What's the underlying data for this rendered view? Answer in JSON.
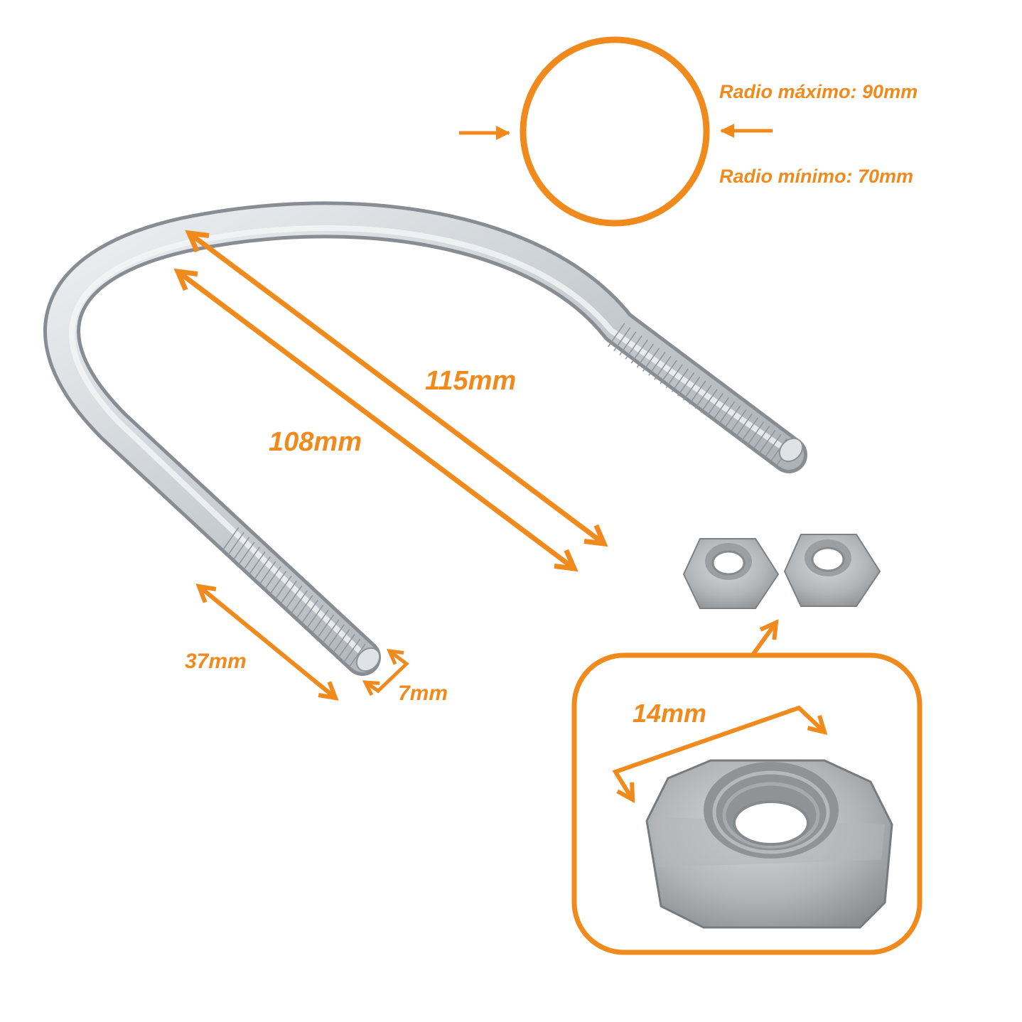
{
  "colors": {
    "accent": "#f08a1c",
    "metal_light": "#e3e7ea",
    "metal_mid": "#b9bfc4",
    "metal_dark": "#8c9297",
    "nut_light": "#c9ccce",
    "nut_mid": "#a7aaac",
    "nut_dark": "#7d8183"
  },
  "labels": {
    "radius_max": "Radio máximo: 90mm",
    "radius_min": "Radio mínimo: 70mm",
    "length_outer": "115mm",
    "length_inner": "108mm",
    "thread_length": "37mm",
    "rod_diameter": "7mm",
    "nut_width": "14mm"
  },
  "icons": {
    "pipe": "circle-outline-icon",
    "bolt": "u-bolt-icon",
    "nut": "hex-nut-icon"
  }
}
